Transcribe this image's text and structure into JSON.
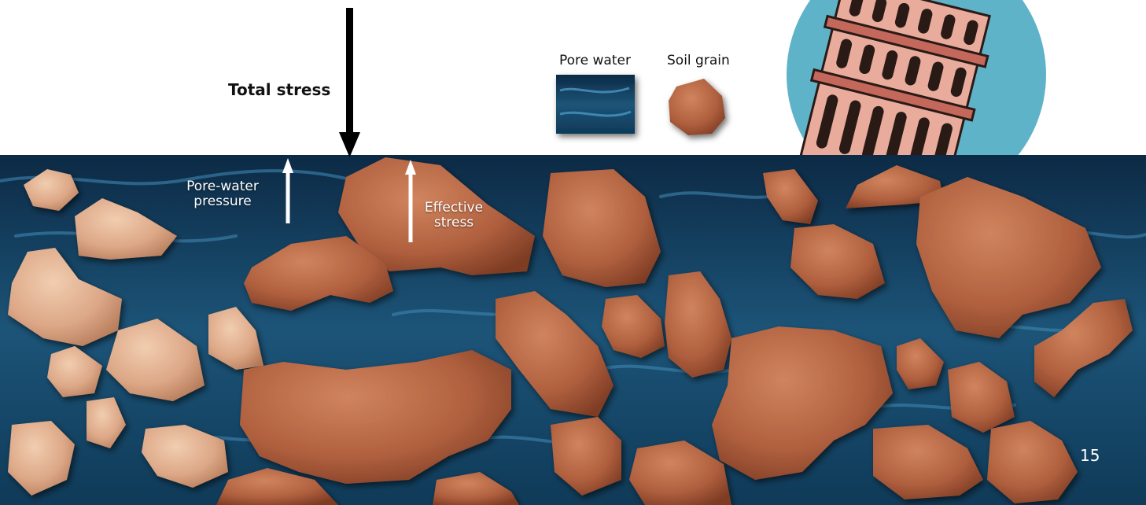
{
  "labels": {
    "total_stress": "Total stress",
    "pore_water_pressure_line1": "Pore-water",
    "pore_water_pressure_line2": "pressure",
    "effective_stress_line1": "Effective",
    "effective_stress_line2": "stress",
    "page_number": "15"
  },
  "legend": {
    "pore_water": "Pore water",
    "soil_grain": "Soil grain"
  },
  "colors": {
    "water_dark": "#0e3552",
    "water_light": "#2c6f96",
    "grain": "#b6623f",
    "grain_light": "#e3b392",
    "sky": "#5fb3c8",
    "tower": "#e7a79b"
  },
  "icons": [
    "down-arrow-icon",
    "up-arrow-icon",
    "leaning-tower-illustration"
  ]
}
